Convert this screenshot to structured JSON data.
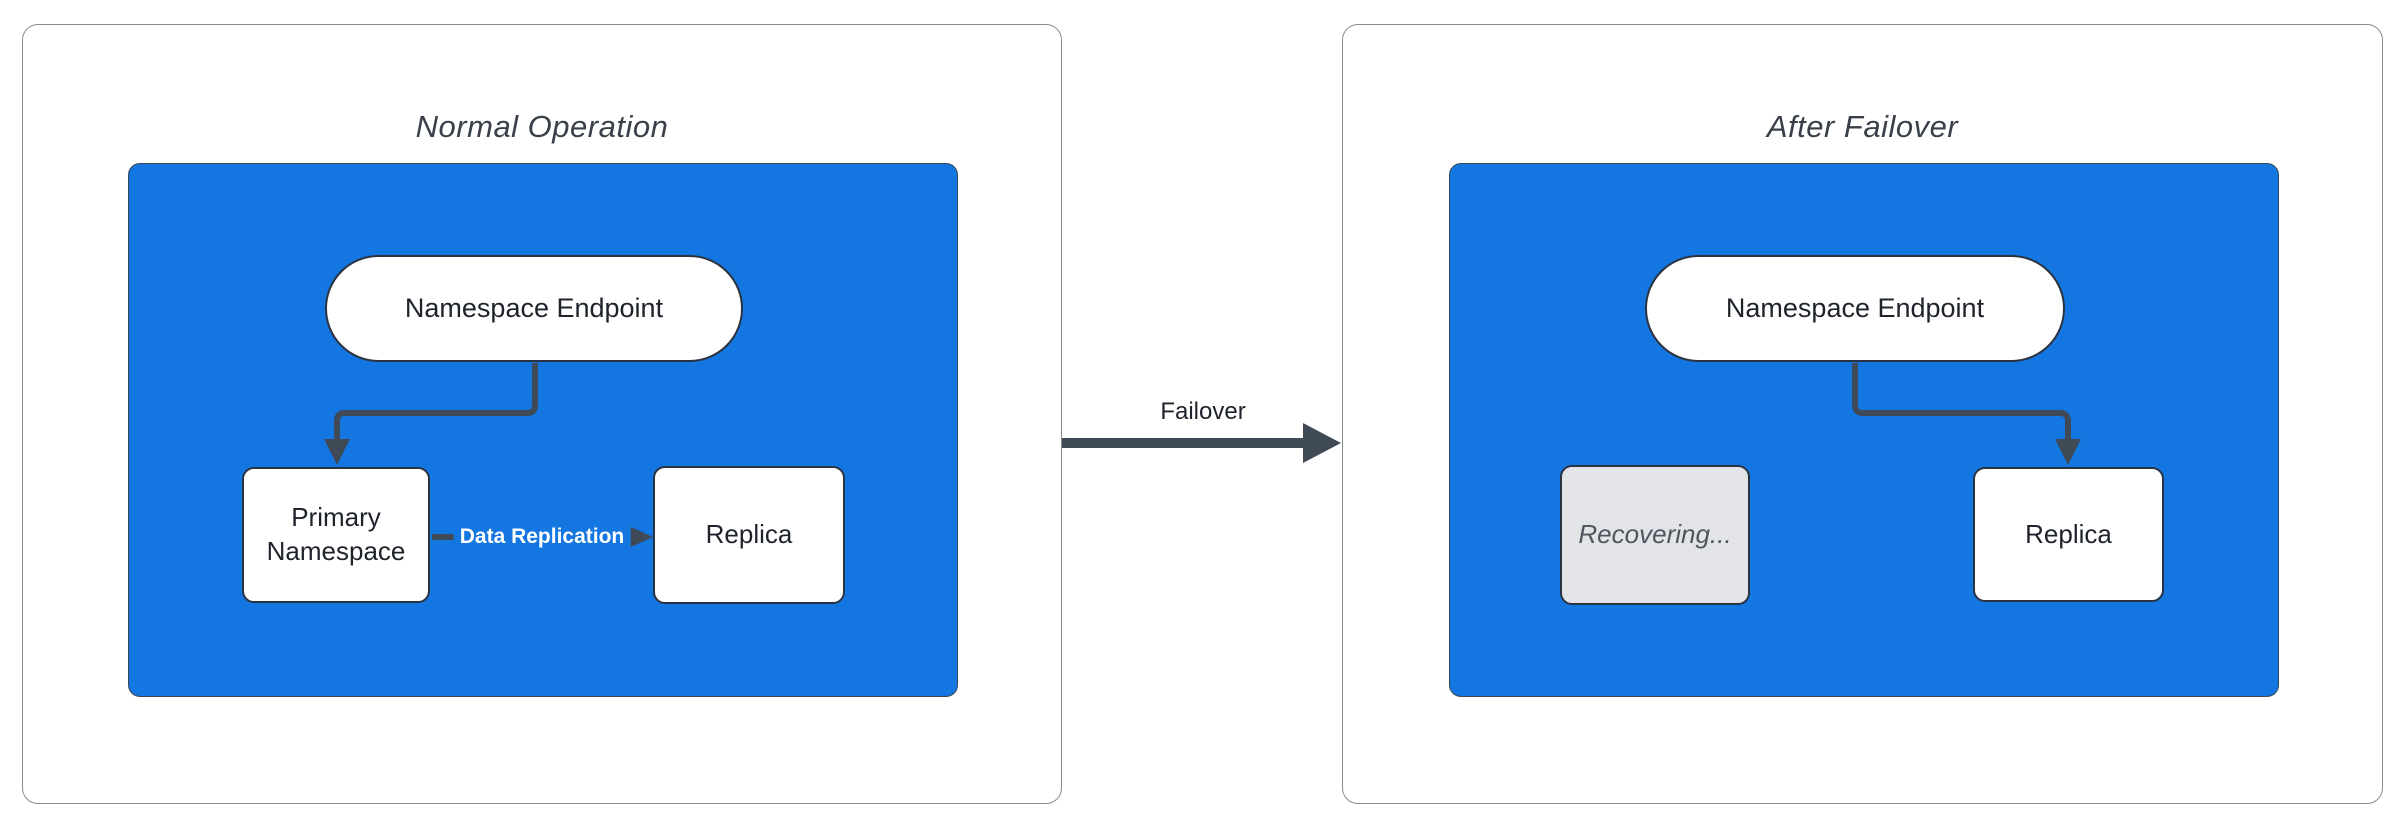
{
  "diagram": {
    "type": "failover-flowchart",
    "colors": {
      "cluster_blue": "#1476E0",
      "cluster_border": "#3A4654",
      "edge_dark": "#404A56",
      "node_border": "#2B3340",
      "node_text": "#1E232B",
      "panel_border": "#8B8B8B",
      "title_text": "#3A4049",
      "recovering_fill": "#E2E4E7",
      "recovering_text": "#4F5660",
      "edge_label_text": "#FFFFFF"
    },
    "left": {
      "title": "Normal Operation",
      "endpoint": "Namespace Endpoint",
      "primary": "Primary Namespace",
      "replica": "Replica",
      "edge_label": "Data Replication"
    },
    "right": {
      "title": "After Failover",
      "endpoint": "Namespace Endpoint",
      "recovering": "Recovering...",
      "replica": "Replica"
    },
    "transition": {
      "label": "Failover"
    }
  }
}
